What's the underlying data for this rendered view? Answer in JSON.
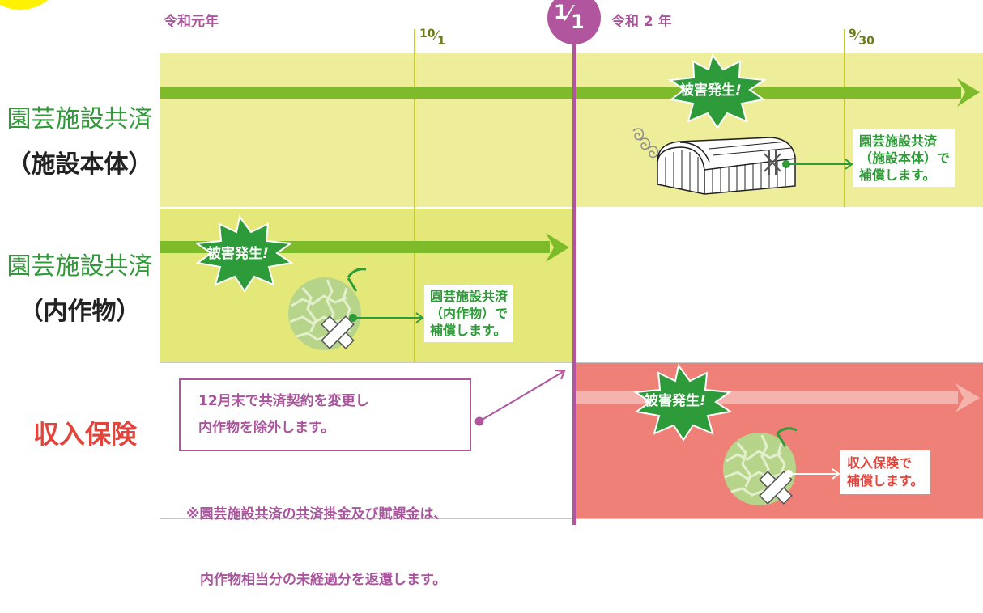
{
  "timeline": {
    "year1_label": "令和元年",
    "year2_label": "令和 2 年",
    "tick_oct": {
      "num": "10",
      "den": "1"
    },
    "tick_jan": {
      "num": "1",
      "den": "1"
    },
    "tick_sep": {
      "num": "9",
      "den": "30"
    }
  },
  "rows": {
    "facility": {
      "label_main": "園芸施設共済",
      "label_sub": "（施設本体）"
    },
    "crops": {
      "label_main": "園芸施設共済",
      "label_sub": "（内作物）"
    },
    "income": {
      "label": "収入保険"
    }
  },
  "damage_label": "被害発生",
  "damage_mark": "!",
  "captions": {
    "facility": [
      "園芸施設共済",
      "（施設本体）で",
      "補償します。"
    ],
    "crops": [
      "園芸施設共済",
      "（内作物）で",
      "補償します。"
    ],
    "income": [
      "収入保険で",
      "補償します。"
    ]
  },
  "note": {
    "box_lines": [
      "12月末で共済契約を変更し",
      "内作物を除外します。"
    ],
    "footnote_lines": [
      "※園芸施設共済の共済掛金及び賦課金は、",
      "　内作物相当分の未経過分を返還します。"
    ]
  },
  "colors": {
    "facility_band": "#eeee9a",
    "crops_band": "#e3e878",
    "income_band": "#ef8077",
    "arrow_green": "#7dbb2a",
    "burst_green": "#2e9b3a",
    "divider_purple": "#b0559e",
    "month_line": "#c8cc2a",
    "income_red": "#e2453c"
  },
  "icons": [
    "greenhouse-icon",
    "melon-icon",
    "damage-x-icon",
    "wind-swirl-icon"
  ]
}
